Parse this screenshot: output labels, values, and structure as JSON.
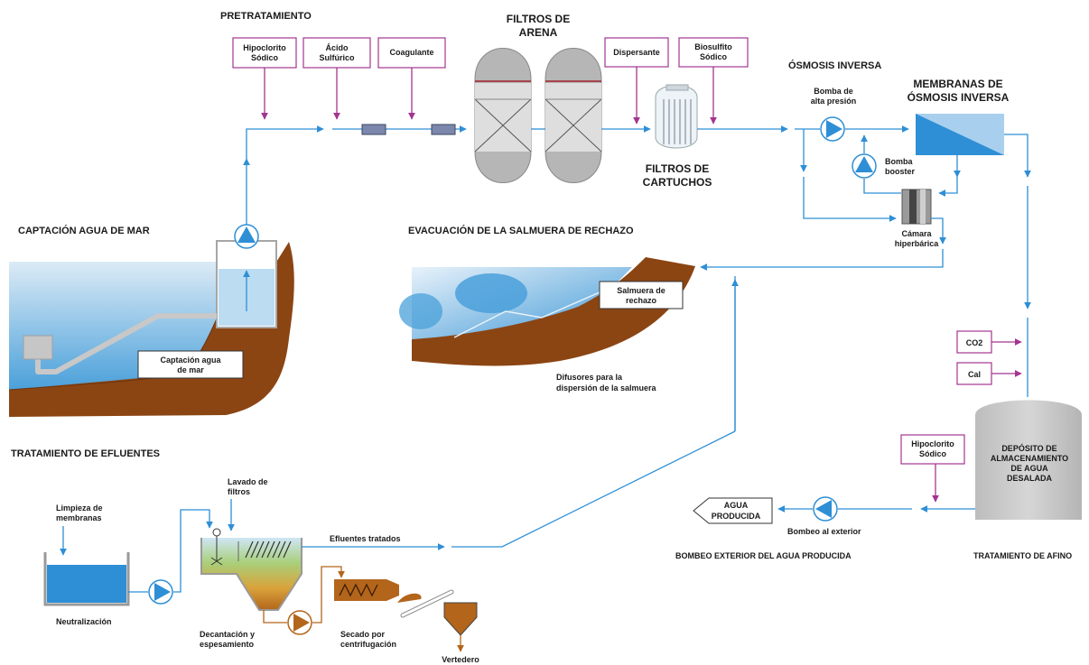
{
  "sections": {
    "pretratamiento": "PRETRATAMIENTO",
    "filtros_arena": [
      "FILTROS DE",
      "ARENA"
    ],
    "osmosis": "ÓSMOSIS INVERSA",
    "membranas": [
      "MEMBRANAS DE",
      "ÓSMOSIS INVERSA"
    ],
    "captacion": "CAPTACIÓN AGUA DE MAR",
    "evacuacion": "EVACUACIÓN DE LA SALMUERA DE RECHAZO",
    "efluentes": "TRATAMIENTO DE EFLUENTES",
    "bombeo": "BOMBEO EXTERIOR DEL AGUA PRODUCIDA",
    "afino": "TRATAMIENTO DE AFINO",
    "filtros_cartuchos": [
      "FILTROS DE",
      "CARTUCHOS"
    ]
  },
  "chemicals": {
    "hipoclorito": [
      "Hipoclorito",
      "Sódico"
    ],
    "acido": [
      "Ácido",
      "Sulfúrico"
    ],
    "coagulante": "Coagulante",
    "dispersante": "Dispersante",
    "biosulfito": [
      "Biosulfito",
      "Sódico"
    ],
    "co2": "CO2",
    "cal": "Cal",
    "hipoclorito2": [
      "Hipoclorito",
      "Sódico"
    ]
  },
  "labels": {
    "bomba_alta": [
      "Bomba de",
      "alta presión"
    ],
    "bomba_booster": [
      "Bomba",
      "booster"
    ],
    "camara": [
      "Cámara",
      "hiperbárica"
    ],
    "captacion_box": [
      "Captación agua",
      "de mar"
    ],
    "salmuera_box": [
      "Salmuera de",
      "rechazo"
    ],
    "difusores": [
      "Difusores para la",
      "dispersión de la salmuera"
    ],
    "deposito": [
      "DEPÓSITO DE",
      "ALMACENAMIENTO",
      "DE AGUA",
      "DESALADA"
    ],
    "agua_producida": [
      "AGUA",
      "PRODUCIDA"
    ],
    "bombeo_exterior": "Bombeo al exterior",
    "limpieza": [
      "Limpieza de",
      "membranas"
    ],
    "neutralizacion": "Neutralización",
    "lavado": [
      "Lavado de",
      "filtros"
    ],
    "efluentes_tratados": "Efluentes tratados",
    "decantacion": [
      "Decantación y",
      "espesamiento"
    ],
    "secado": [
      "Secado por",
      "centrifugación"
    ],
    "vertedero": "Vertedero"
  },
  "colors": {
    "water": "#2e8fd6",
    "chemical": "#a3358f",
    "sludge": "#b3651b",
    "earth": "#8b4513",
    "tank": "#b8b8b8"
  }
}
